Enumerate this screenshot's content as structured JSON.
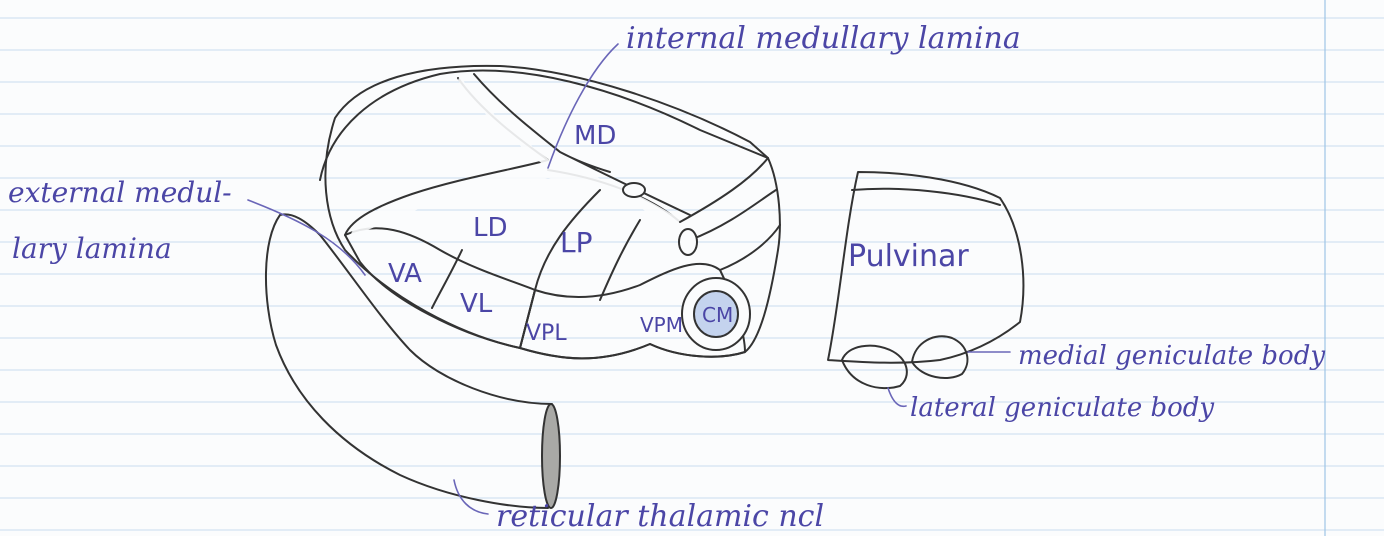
{
  "nuclei": {
    "md": "MD",
    "ld": "LD",
    "lp": "LP",
    "va": "VA",
    "vl": "VL",
    "vpl": "VPL",
    "vpm": "VPM",
    "cm": "CM",
    "pulvinar": "Pulvinar"
  },
  "labels": {
    "internal_lamina": "internal medullary lamina",
    "external_lamina_line1": "external medul-",
    "external_lamina_line2": "lary lamina",
    "medial_geniculate": "medial geniculate body",
    "lateral_geniculate": "lateral geniculate body",
    "reticular": "reticular thalamic ncl"
  },
  "colors": {
    "yellow": "#f2ee9e",
    "red": "#f1b7b9",
    "blue": "#c4d3ee",
    "grey": "#b9b9b7",
    "ink": "#4b46a6",
    "ruling": "#c9dcef",
    "margin": "#9ec5e6"
  }
}
